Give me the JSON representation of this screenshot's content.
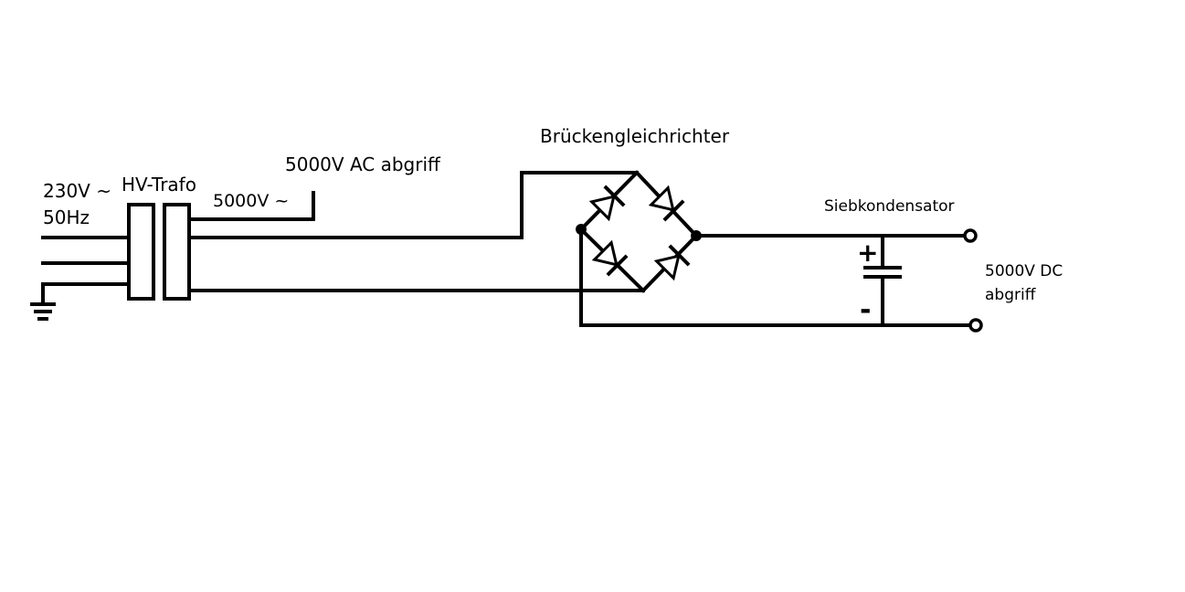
{
  "labels": {
    "input_voltage": "230V ~",
    "input_frequency": "50Hz",
    "transformer": "HV-Trafo",
    "secondary_voltage": "5000V ~",
    "ac_tap": "5000V AC abgriff",
    "rectifier": "Brückengleichrichter",
    "capacitor": "Siebkondensator",
    "dc_tap_line1": "5000V DC",
    "dc_tap_line2": "abgriff",
    "cap_plus": "+",
    "cap_minus": "-"
  },
  "colors": {
    "wire": "#000000",
    "background": "#ffffff"
  }
}
